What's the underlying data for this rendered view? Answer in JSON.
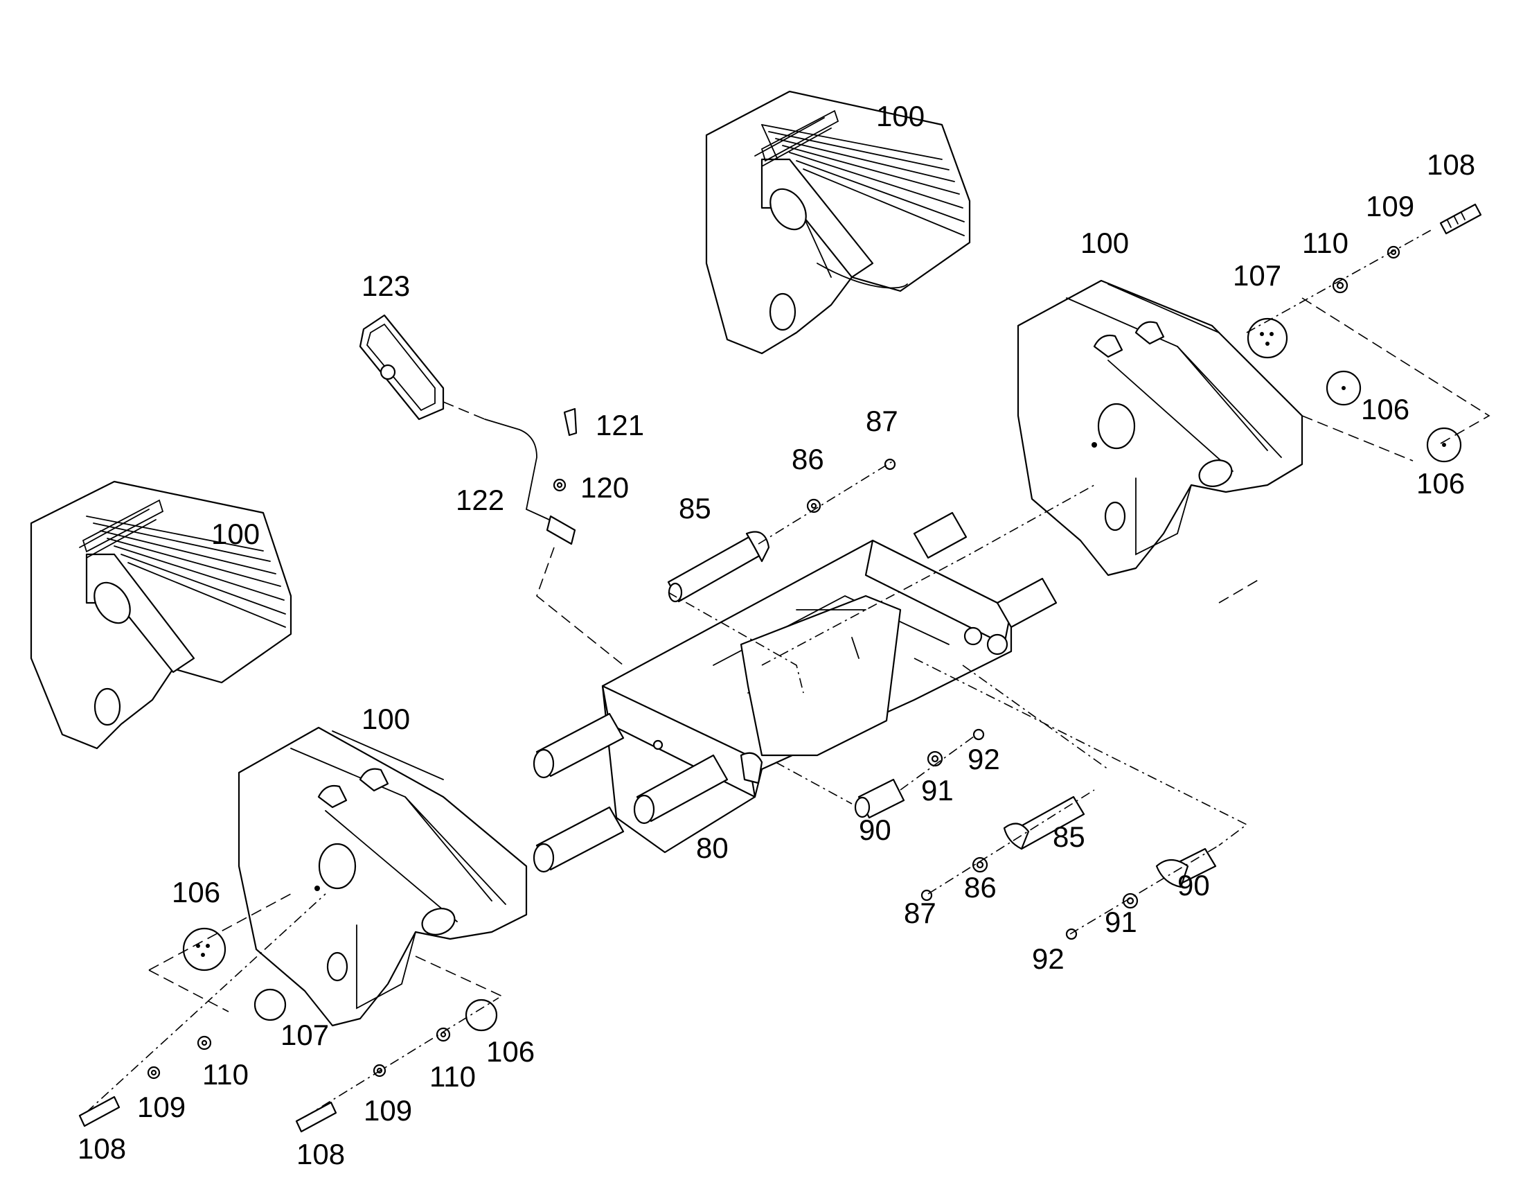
{
  "callouts": [
    {
      "id": "c100a",
      "text": "100"
    },
    {
      "id": "c100b",
      "text": "100"
    },
    {
      "id": "c100c",
      "text": "100"
    },
    {
      "id": "c100d",
      "text": "100"
    },
    {
      "id": "c108a",
      "text": "108"
    },
    {
      "id": "c109a",
      "text": "109"
    },
    {
      "id": "c110a",
      "text": "110"
    },
    {
      "id": "c107a",
      "text": "107"
    },
    {
      "id": "c106a",
      "text": "106"
    },
    {
      "id": "c106b",
      "text": "106"
    },
    {
      "id": "c123",
      "text": "123"
    },
    {
      "id": "c121",
      "text": "121"
    },
    {
      "id": "c120",
      "text": "120"
    },
    {
      "id": "c122",
      "text": "122"
    },
    {
      "id": "c87a",
      "text": "87"
    },
    {
      "id": "c86a",
      "text": "86"
    },
    {
      "id": "c85a",
      "text": "85"
    },
    {
      "id": "c92a",
      "text": "92"
    },
    {
      "id": "c91a",
      "text": "91"
    },
    {
      "id": "c90a",
      "text": "90"
    },
    {
      "id": "c85b",
      "text": "85"
    },
    {
      "id": "c86b",
      "text": "86"
    },
    {
      "id": "c87b",
      "text": "87"
    },
    {
      "id": "c90b",
      "text": "90"
    },
    {
      "id": "c91b",
      "text": "91"
    },
    {
      "id": "c92b",
      "text": "92"
    },
    {
      "id": "c80",
      "text": "80"
    },
    {
      "id": "c106c",
      "text": "106"
    },
    {
      "id": "c107b",
      "text": "107"
    },
    {
      "id": "c110b",
      "text": "110"
    },
    {
      "id": "c109b",
      "text": "109"
    },
    {
      "id": "c108b",
      "text": "108"
    },
    {
      "id": "c110c",
      "text": "110"
    },
    {
      "id": "c106d",
      "text": "106"
    },
    {
      "id": "c109c",
      "text": "109"
    },
    {
      "id": "c108c",
      "text": "108"
    }
  ]
}
